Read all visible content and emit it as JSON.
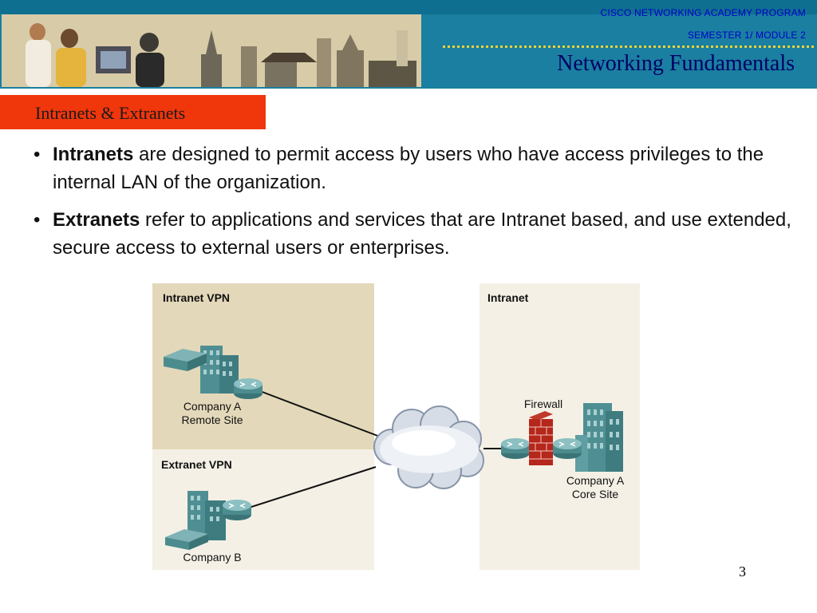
{
  "header": {
    "program": "CISCO NETWORKING ACADEMY PROGRAM",
    "semester": "SEMESTER 1/ MODULE 2",
    "course_title": "Networking Fundamentals"
  },
  "section_title": "Intranets & Extranets",
  "bullets": [
    {
      "term": "Intranets",
      "text": " are designed to permit access by users who have access privileges to the internal LAN of the organization."
    },
    {
      "term": "Extranets",
      "text": " refer to applications and services that are Intranet based, and use extended, secure access to external users or enterprises."
    }
  ],
  "diagram": {
    "zone_intranet_vpn": "Intranet VPN",
    "zone_extranet_vpn": "Extranet VPN",
    "zone_intranet": "Intranet",
    "site_remote_line1": "Company A",
    "site_remote_line2": "Remote Site",
    "site_company_b": "Company B",
    "firewall": "Firewall",
    "site_core_line1": "Company A",
    "site_core_line2": "Core Site"
  },
  "page_number": "3",
  "colors": {
    "banner": "#1a7fa0",
    "section_tag": "#f0360b",
    "title_text": "#000066",
    "header_small_text": "#0000cc",
    "zone_vpn": "#e3d8b9",
    "zone_light": "#f4f0e6"
  }
}
